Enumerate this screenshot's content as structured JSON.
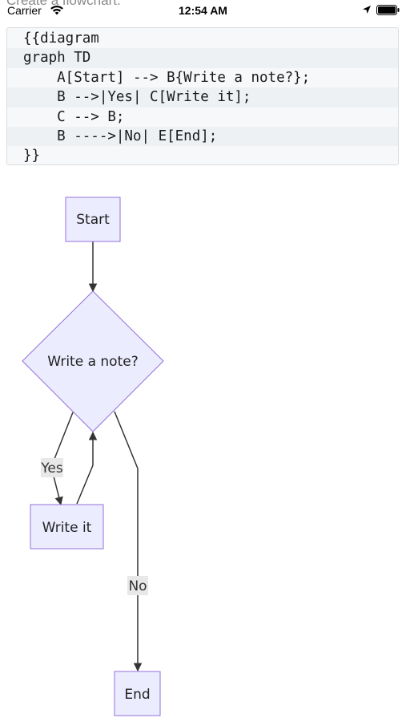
{
  "behind_title": "Create a flowchart.",
  "status_bar": {
    "carrier": "Carrier",
    "time": "12:54 AM"
  },
  "code_block": {
    "lines": [
      "{{diagram",
      "graph TD",
      "    A[Start] --> B{Write a note?};",
      "    B -->|Yes| C[Write it];",
      "    C --> B;",
      "    B ---->|No| E[End];",
      "}}"
    ]
  },
  "diagram": {
    "nodes": {
      "start": "Start",
      "decision": "Write a note?",
      "write_it": "Write it",
      "end": "End"
    },
    "edge_labels": {
      "yes": "Yes",
      "no": "No"
    },
    "colors": {
      "node_fill": "#ececff",
      "node_stroke": "#9370db",
      "edge": "#333333",
      "label_bg": "#e8e8e8"
    }
  }
}
